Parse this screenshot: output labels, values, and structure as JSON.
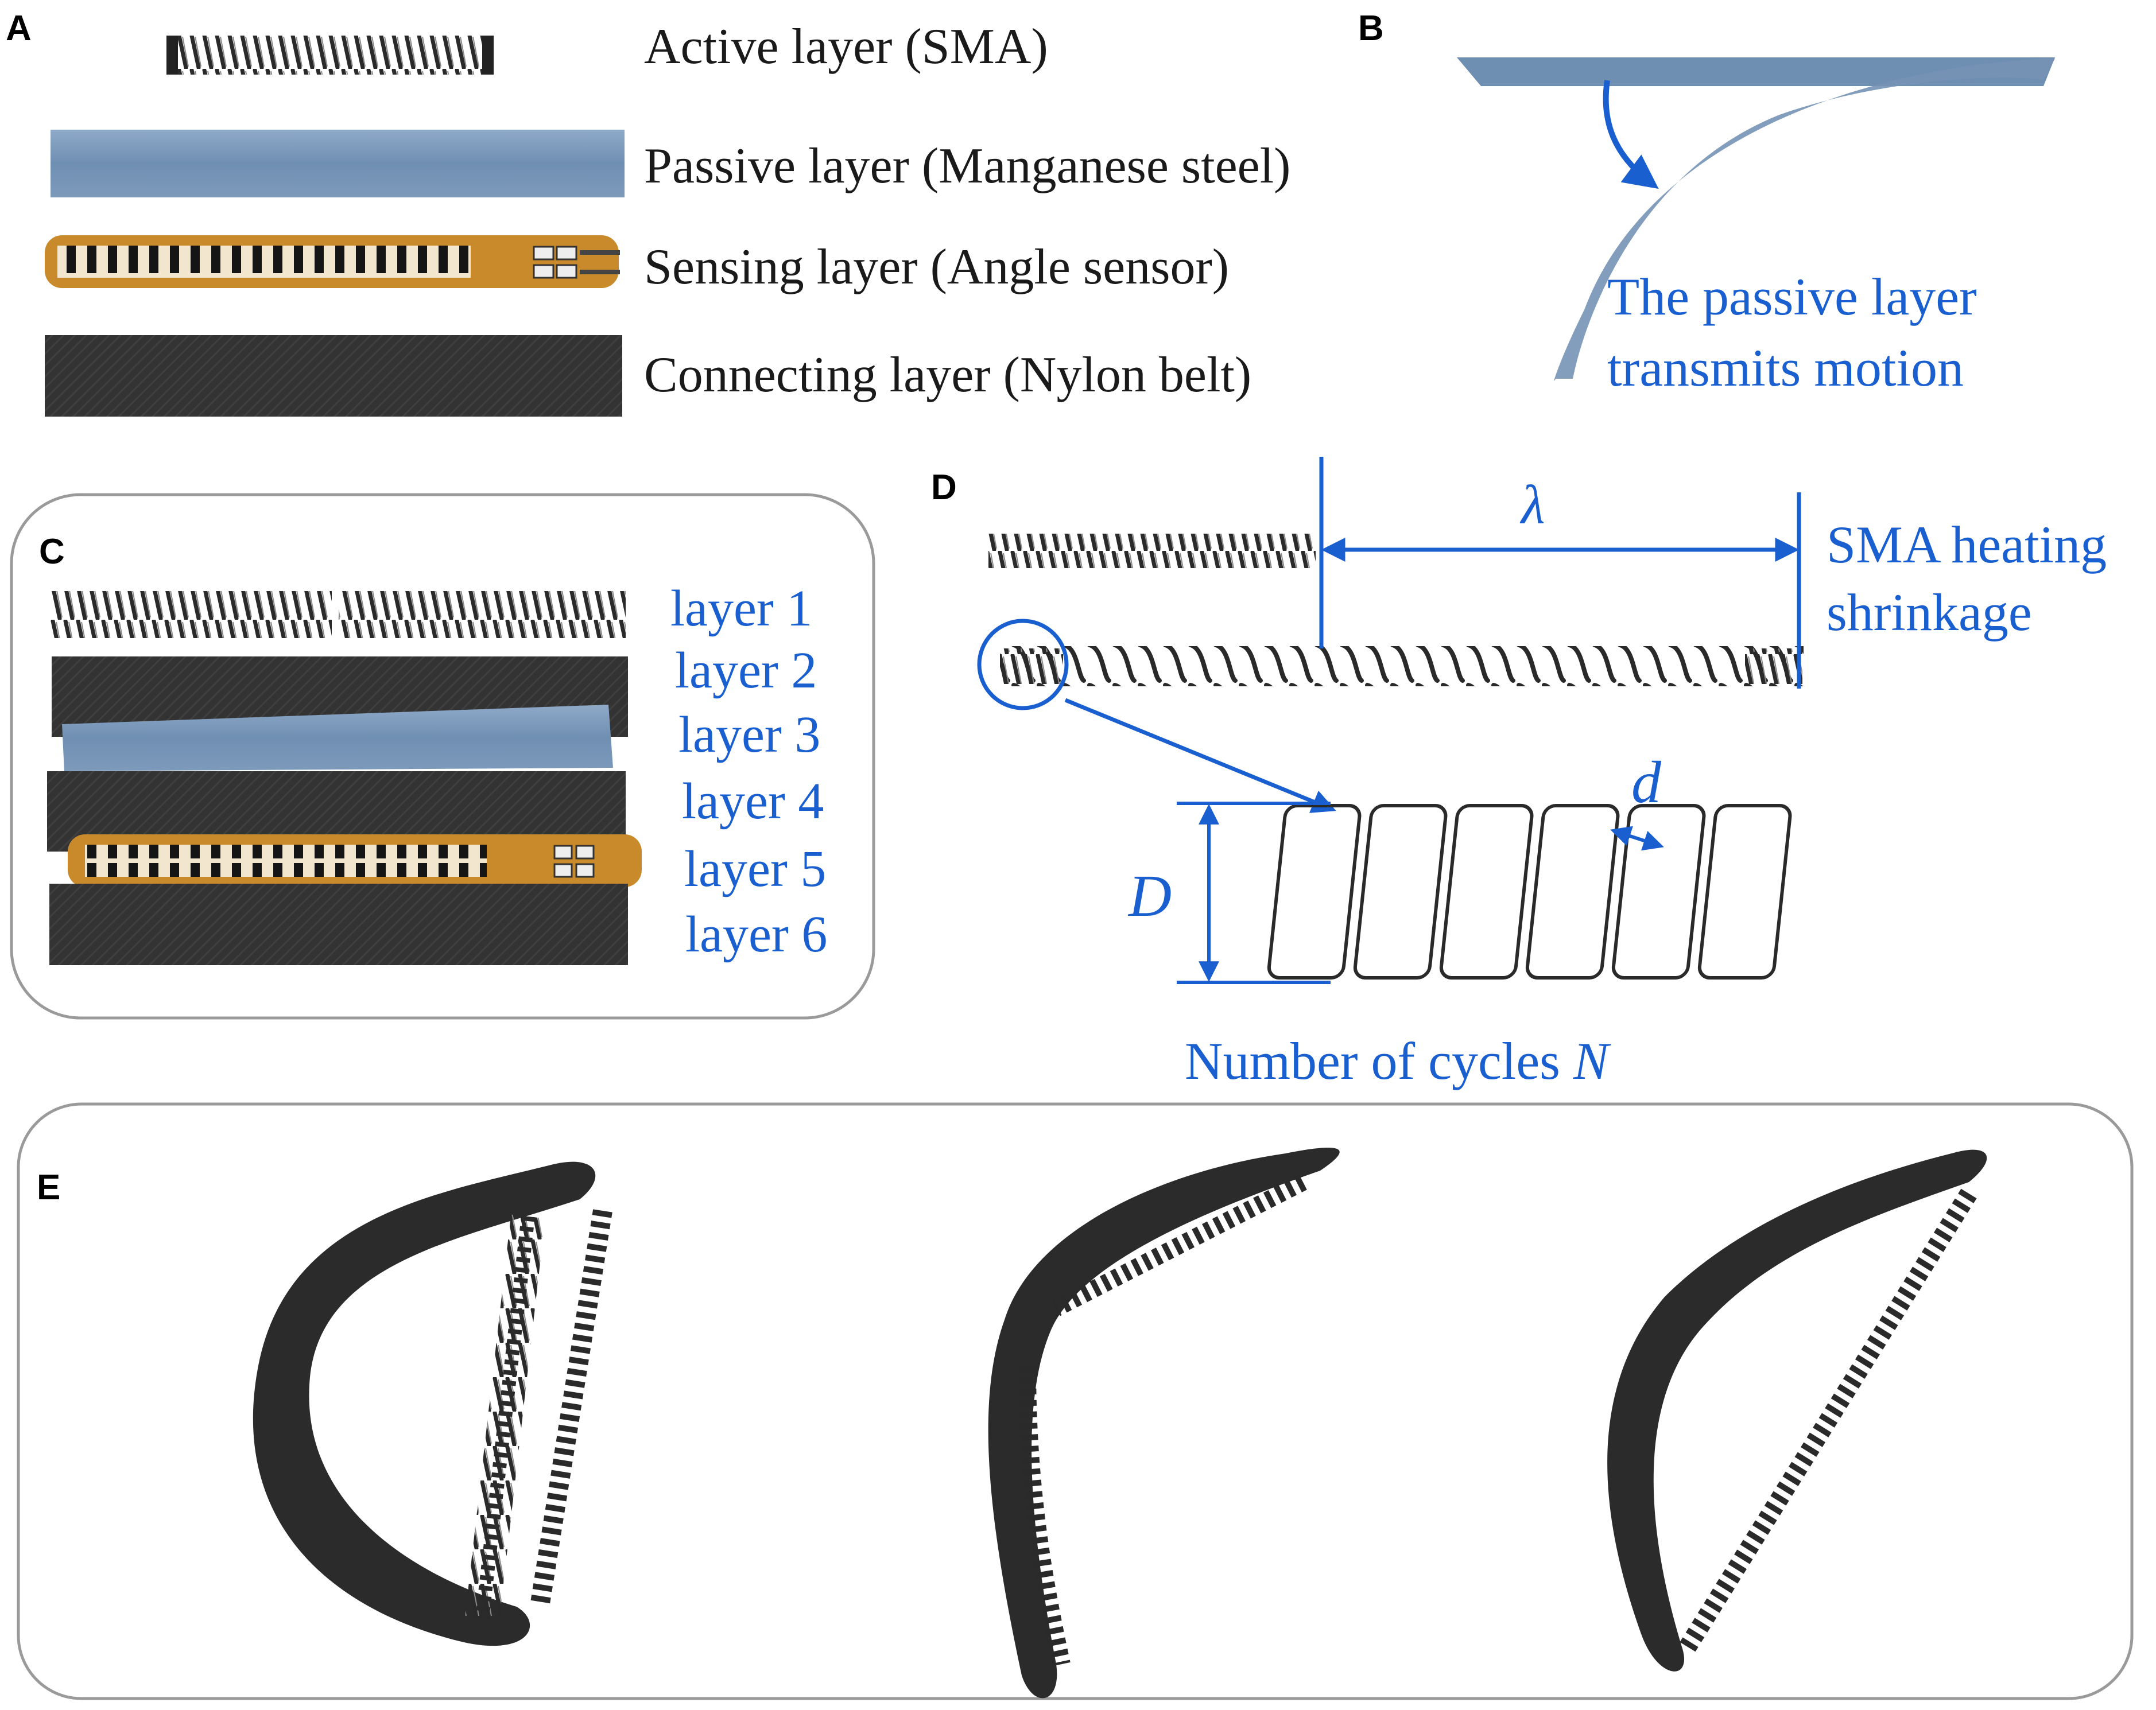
{
  "panels": {
    "a": {
      "letter": "A",
      "labels": [
        "Active layer (SMA)",
        "Passive layer (Manganese steel)",
        "Sensing layer (Angle sensor)",
        "Connecting layer (Nylon belt)"
      ]
    },
    "b": {
      "letter": "B",
      "caption_line1": "The passive layer",
      "caption_line2": "transmits motion"
    },
    "c": {
      "letter": "C",
      "layers": [
        "layer 1",
        "layer 2",
        "layer 3",
        "layer 4",
        "layer 5",
        "layer 6"
      ]
    },
    "d": {
      "letter": "D",
      "lambda": "λ",
      "heating_line1": "SMA heating",
      "heating_line2": "shrinkage",
      "d_small": "d",
      "D_large": "D",
      "cycles_label": "Number of cycles ",
      "cycles_symbol": "N"
    },
    "e": {
      "letter": "E"
    }
  },
  "colors": {
    "annotation_blue": "#1a5fd0",
    "steel_blue": "#6f8fb2",
    "nylon_dark": "#2f2f2f",
    "sensor_orange": "#c98a2b"
  }
}
